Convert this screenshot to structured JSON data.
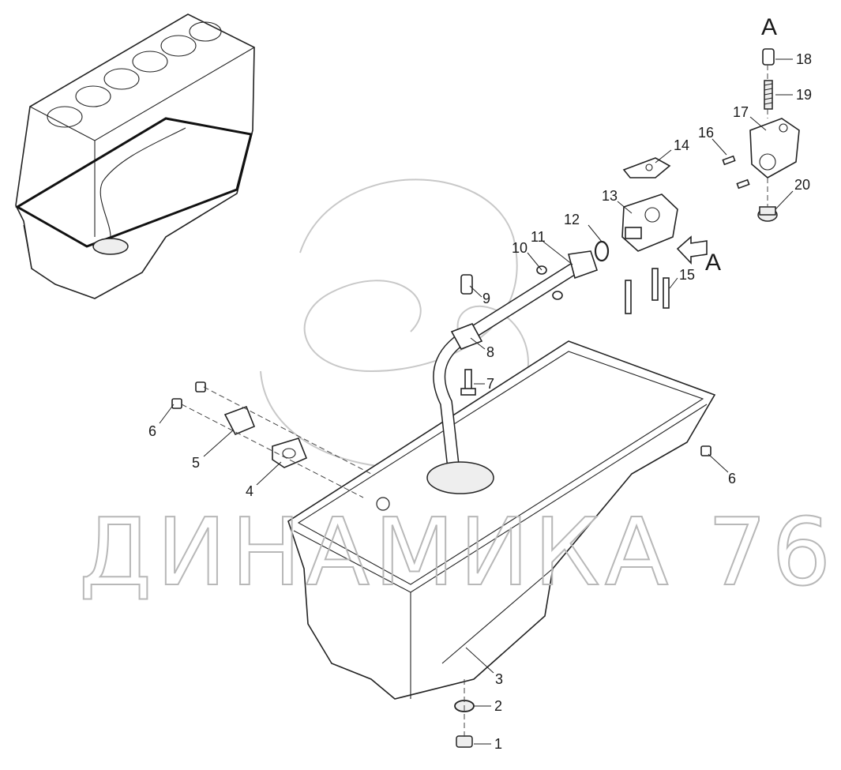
{
  "watermark": "ДИНАМИКА 76",
  "view_label": "A",
  "view_label_arrow": "A",
  "parts": [
    {
      "id": "p1",
      "number": "1"
    },
    {
      "id": "p2",
      "number": "2"
    },
    {
      "id": "p3",
      "number": "3"
    },
    {
      "id": "p4",
      "number": "4"
    },
    {
      "id": "p5",
      "number": "5"
    },
    {
      "id": "p6a",
      "number": "6"
    },
    {
      "id": "p6b",
      "number": "6"
    },
    {
      "id": "p7",
      "number": "7"
    },
    {
      "id": "p8",
      "number": "8"
    },
    {
      "id": "p9",
      "number": "9"
    },
    {
      "id": "p10",
      "number": "10"
    },
    {
      "id": "p11",
      "number": "11"
    },
    {
      "id": "p12",
      "number": "12"
    },
    {
      "id": "p13",
      "number": "13"
    },
    {
      "id": "p14",
      "number": "14"
    },
    {
      "id": "p15",
      "number": "15"
    },
    {
      "id": "p16",
      "number": "16"
    },
    {
      "id": "p17",
      "number": "17"
    },
    {
      "id": "p18",
      "number": "18"
    },
    {
      "id": "p19",
      "number": "19"
    },
    {
      "id": "p20",
      "number": "20"
    }
  ]
}
